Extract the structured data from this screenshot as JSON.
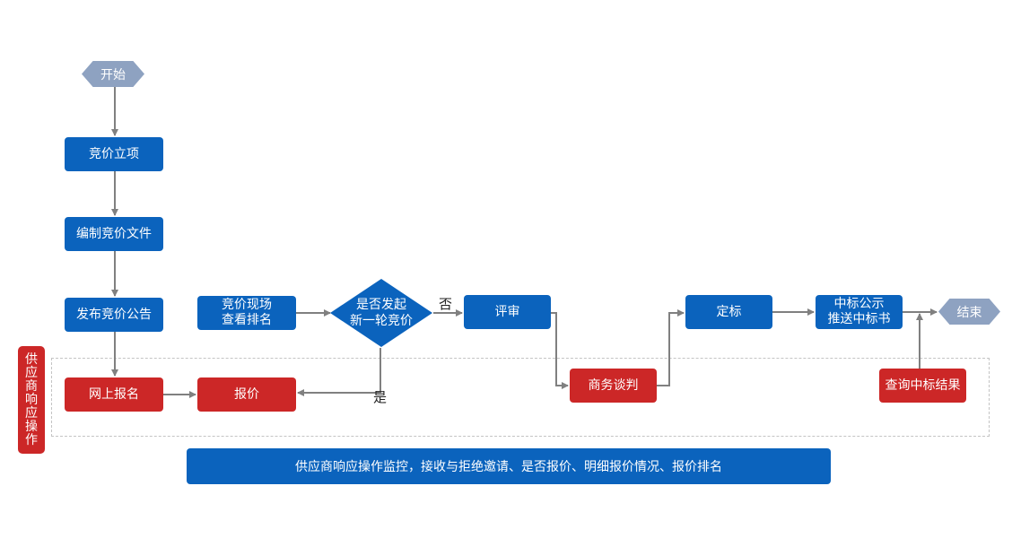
{
  "nodes": {
    "start": "开始",
    "bid_project": "竞价立项",
    "edit_docs": "编制竞价文件",
    "publish": "发布竞价公告",
    "online_signup": "网上报名",
    "quote": "报价",
    "live_ranking": "竞价现场\n查看排名",
    "decision": "是否发起\n新一轮竞价",
    "review": "评审",
    "negotiation": "商务谈判",
    "award": "定标",
    "publicity": "中标公示\n推送中标书",
    "query_result": "查询中标结果",
    "end": "结束"
  },
  "branches": {
    "no": "否",
    "yes": "是"
  },
  "swimlane_label": [
    "供",
    "应",
    "商",
    "响",
    "应",
    "操",
    "作"
  ],
  "banner": "供应商响应操作监控，接收与拒绝邀请、是否报价、明细报价情况、报价排名",
  "colors": {
    "system_step": "#0b63bd",
    "supplier_step": "#cc2727",
    "terminal": "#8ea2c1",
    "connector": "#808080"
  }
}
